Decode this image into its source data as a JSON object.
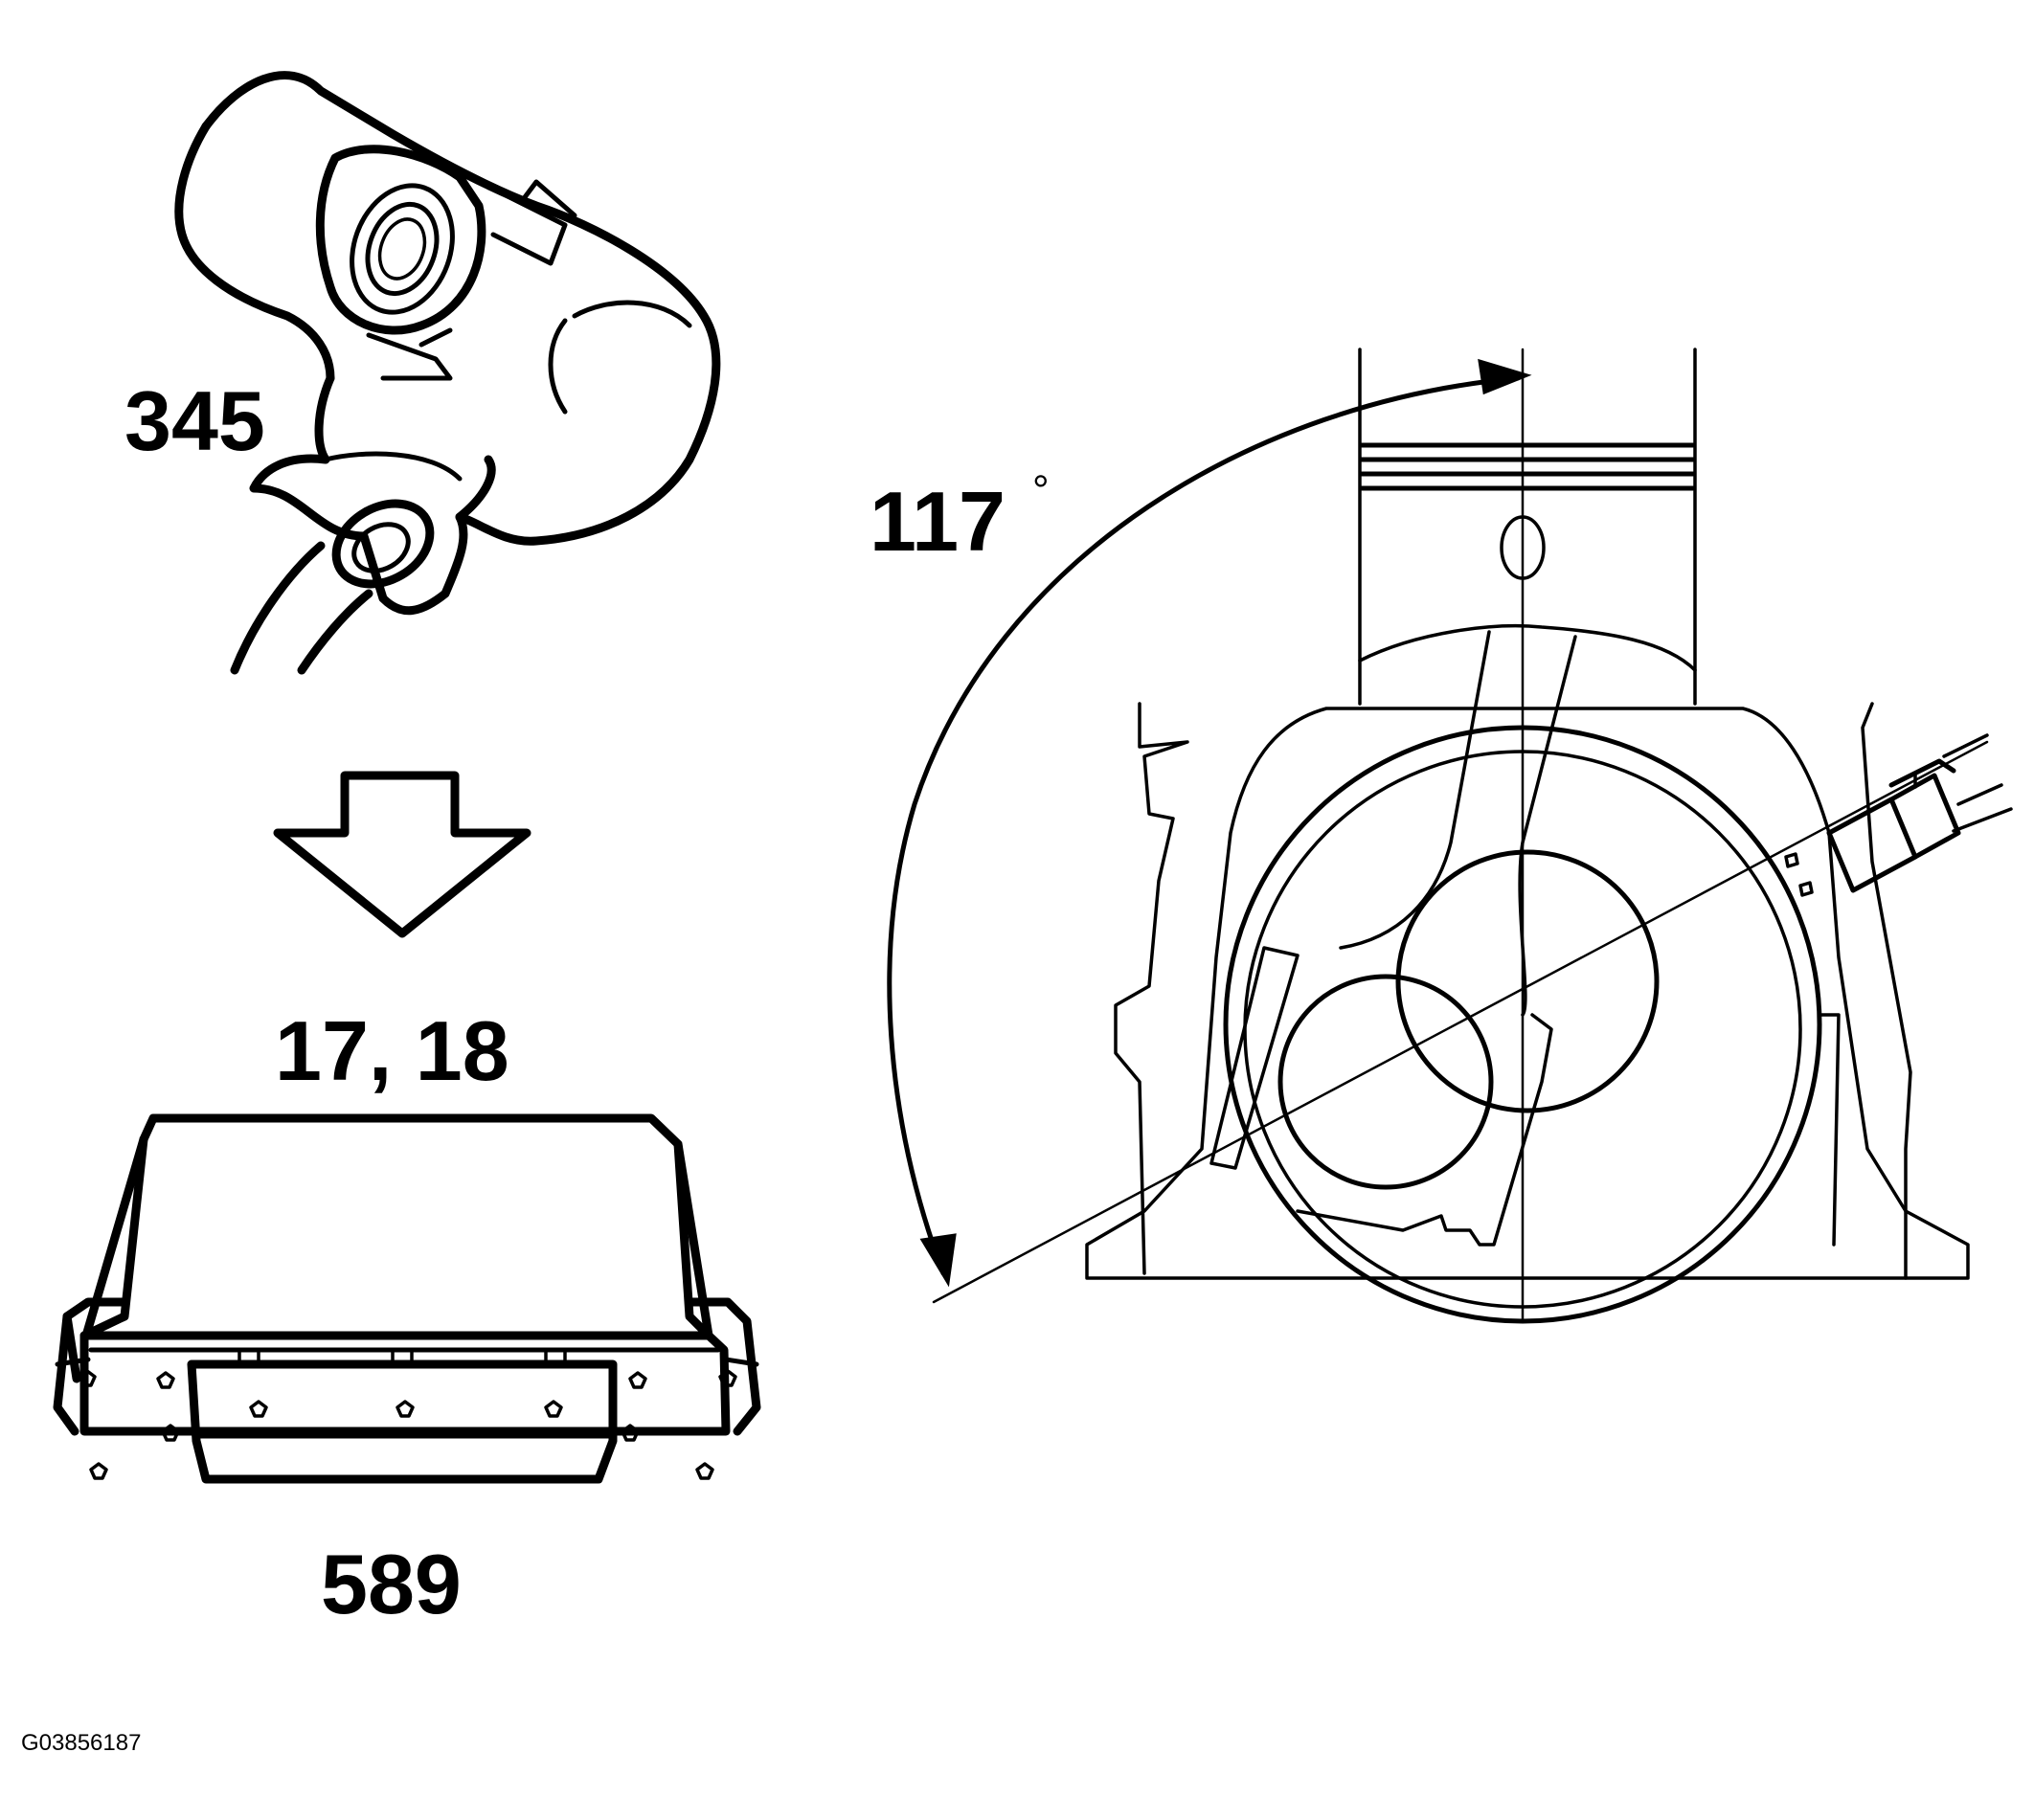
{
  "labels": {
    "sensor_number": "345",
    "angle_value": "117",
    "angle_unit": "°",
    "dtc_numbers": "17, 18",
    "module_number": "589",
    "figure_code": "G03856187"
  },
  "icons": {
    "sensor": "knock-sensor-icon",
    "arrow": "down-arrow-icon",
    "module": "control-module-icon",
    "engine": "crankshaft-piston-icon"
  },
  "colors": {
    "ink": "#000000",
    "background": "#ffffff"
  }
}
